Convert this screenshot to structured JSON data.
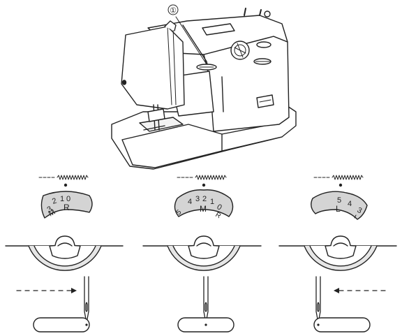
{
  "callout": {
    "number": "①"
  },
  "panels": [
    {
      "id": "left",
      "dial_labels": [
        "3",
        "2",
        "1",
        "0",
        "M",
        "R"
      ],
      "needle_position": "R",
      "arrow_direction": "right"
    },
    {
      "id": "middle",
      "dial_labels": [
        "5",
        "4",
        "3",
        "2",
        "1",
        "0",
        "M",
        "R"
      ],
      "needle_position": "M",
      "arrow_direction": "none"
    },
    {
      "id": "right",
      "dial_labels": [
        "5",
        "4",
        "3",
        "L"
      ],
      "needle_position": "L",
      "arrow_direction": "left"
    }
  ],
  "colors": {
    "line": "#222222",
    "dial_fill": "#d4d4d4",
    "shade": "#e6e6e6"
  }
}
